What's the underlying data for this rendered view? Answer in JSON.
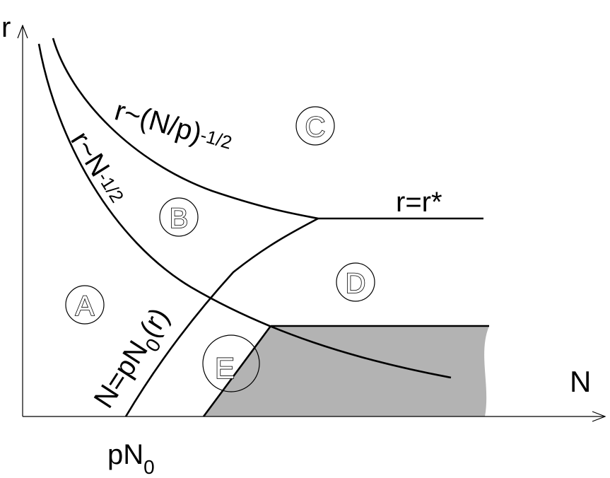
{
  "axes": {
    "x_label": "N",
    "y_label": "r",
    "x_tick_main": "pN",
    "x_tick_sub": "0"
  },
  "regions": {
    "A": "A",
    "B": "B",
    "C": "C",
    "D": "D",
    "E": "E"
  },
  "curve_labels": {
    "upper_main": "r~(N/p)",
    "upper_exp": "-1/2",
    "lower_main": "r~N",
    "lower_exp": "-1/2",
    "plateau": "r=r*",
    "boundary_main": "N=pN",
    "boundary_sub": "0",
    "boundary_tail": "(r)"
  },
  "colors": {
    "shaded_region": "#b3b3b3",
    "line": "#000000",
    "background": "#ffffff"
  }
}
